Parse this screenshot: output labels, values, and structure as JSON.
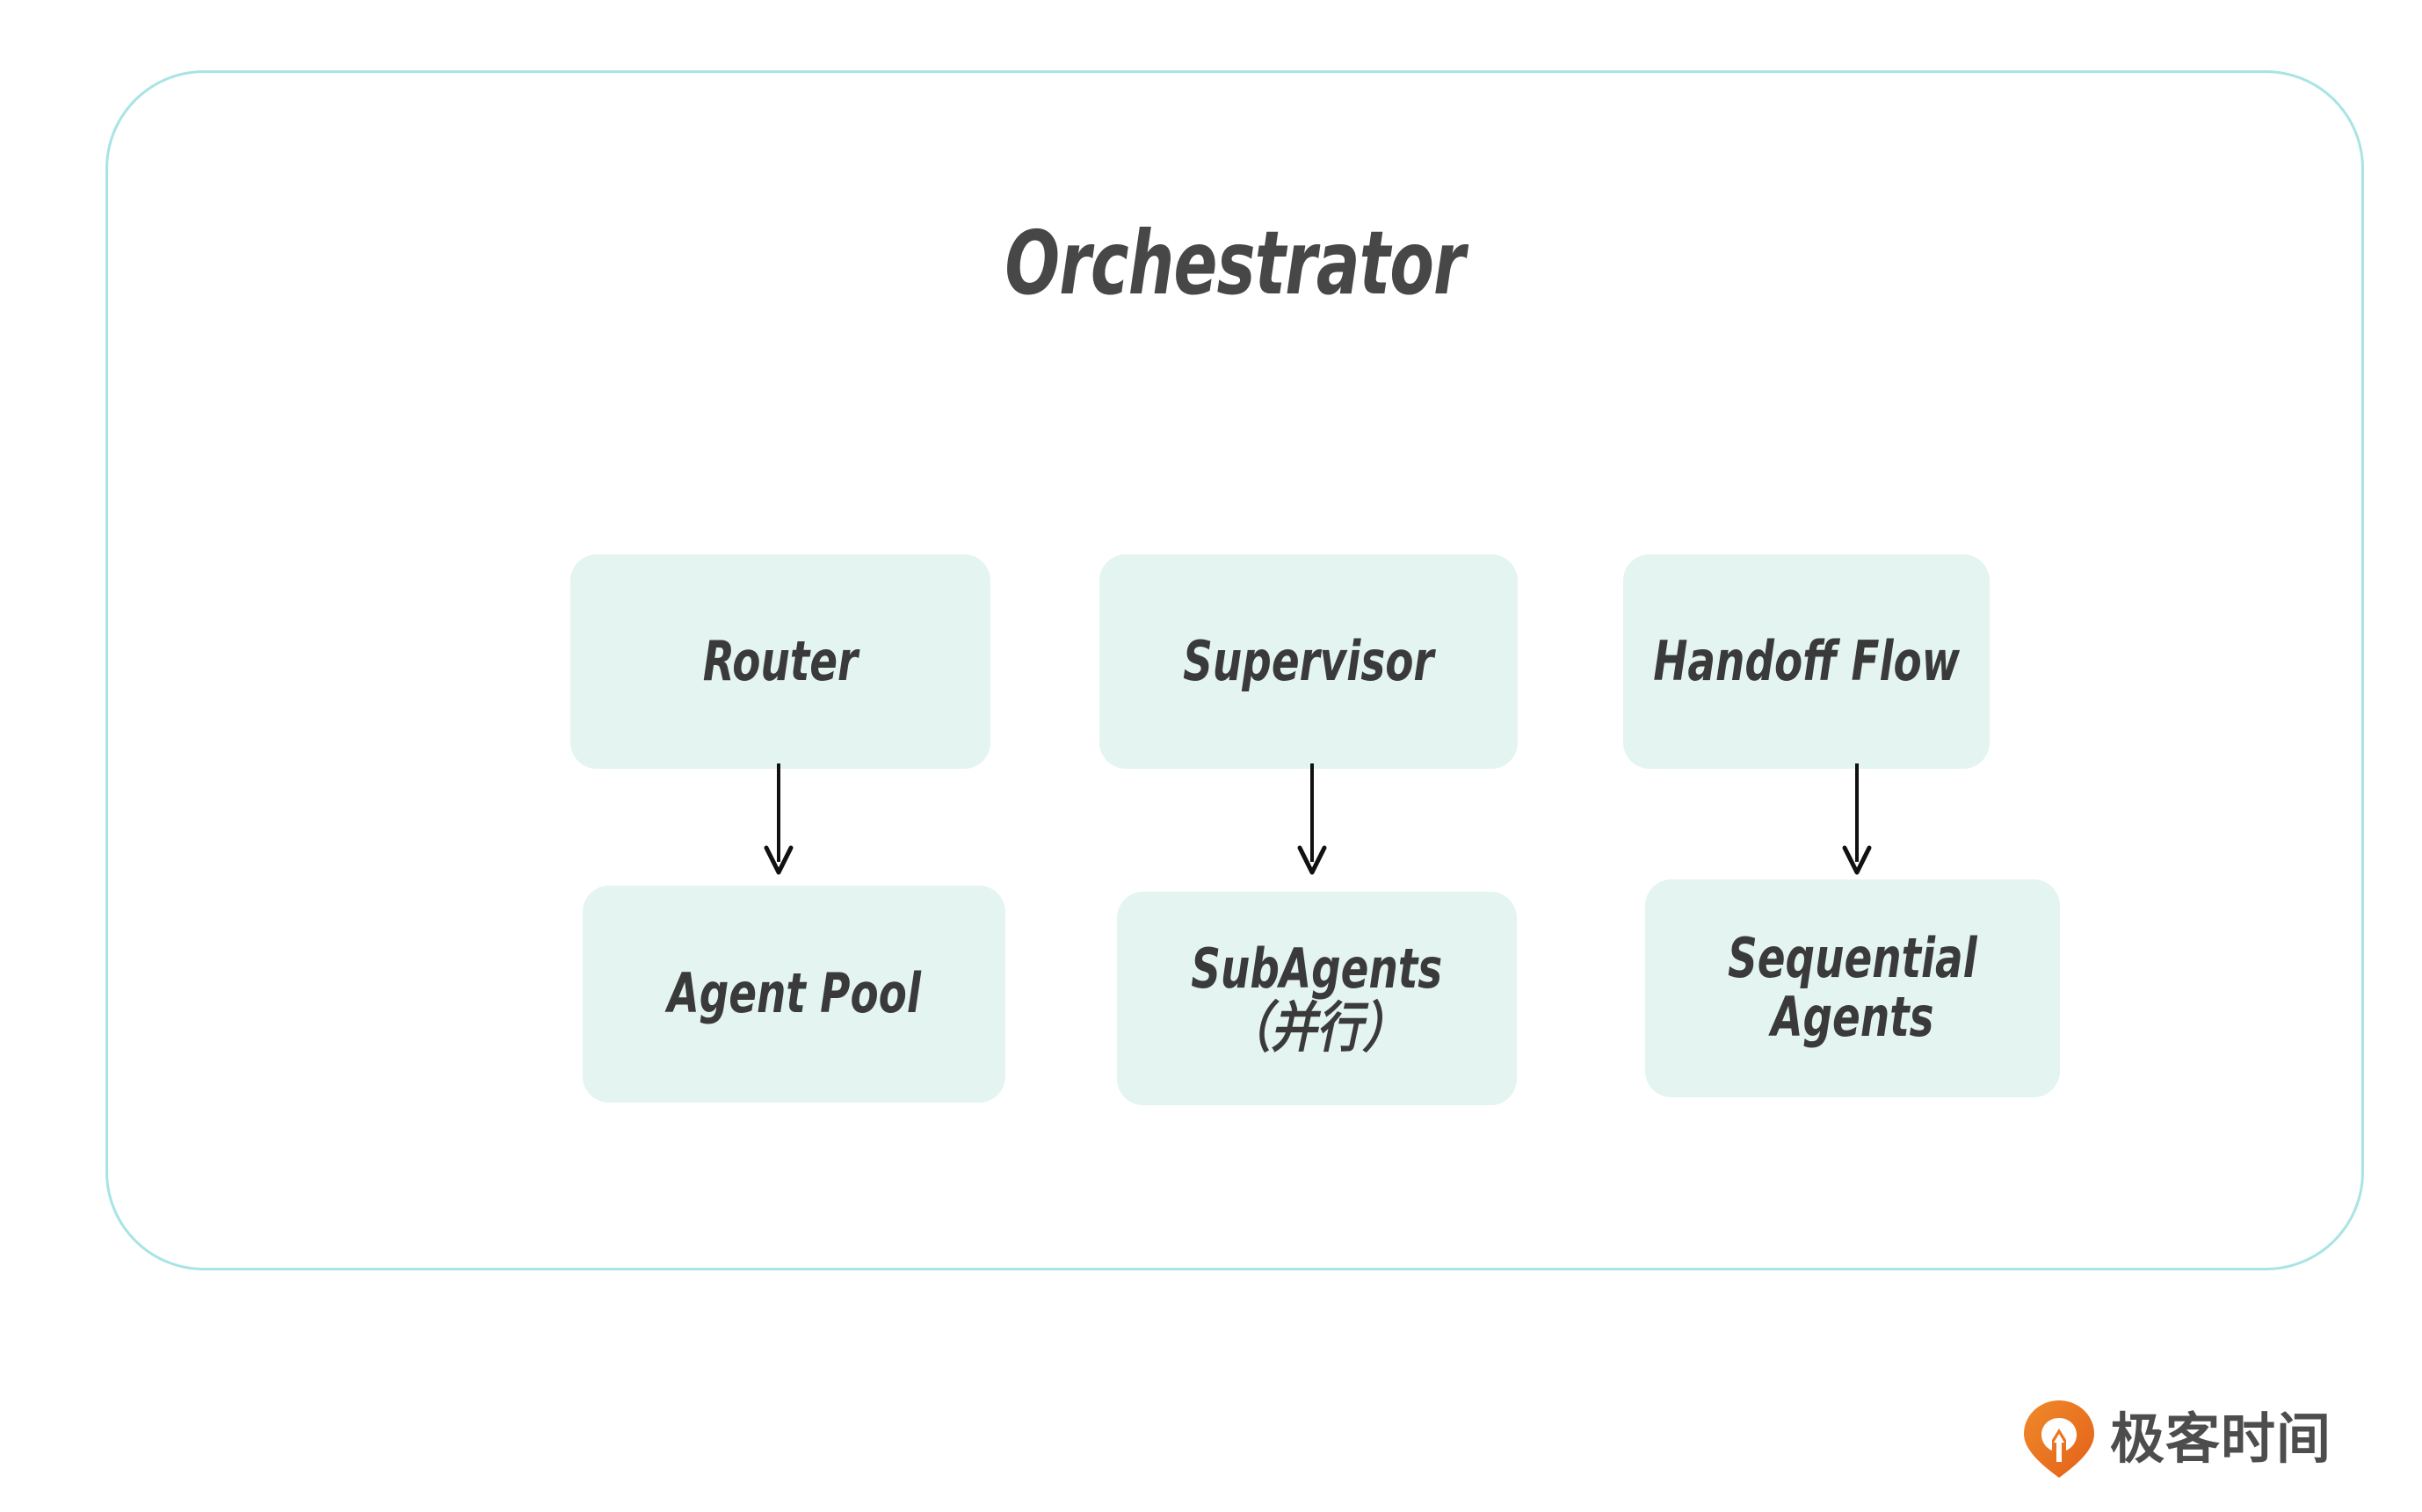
{
  "diagram": {
    "title": "Orchestrator",
    "frame_border_color": "#a8e4e4",
    "node_fill_color": "#e3f4f1",
    "node_text_color": "#3a3a3a",
    "title_color": "#474747",
    "arrow_color": "#000000",
    "columns": [
      {
        "top": {
          "label": "Router"
        },
        "bottom": {
          "label": "Agent Pool"
        },
        "connector": "arrow-down"
      },
      {
        "top": {
          "label": "Supervisor"
        },
        "bottom": {
          "label": "SubAgents\n（并行）"
        },
        "connector": "arrow-down"
      },
      {
        "top": {
          "label": "Handoff Flow"
        },
        "bottom": {
          "label": "Sequential\nAgents"
        },
        "connector": "arrow-down"
      }
    ]
  },
  "branding": {
    "name": "极客时间",
    "mark_color": "#ef7518",
    "mark_icon": "location-pin-icon"
  }
}
